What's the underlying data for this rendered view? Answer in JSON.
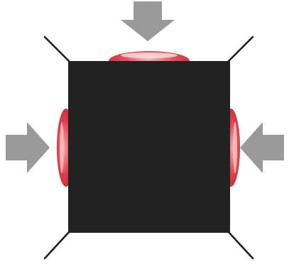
{
  "diagram": {
    "background_color": "#ffffff",
    "block": {
      "shape": "square",
      "color": "#222222"
    },
    "bulges": {
      "count": 3,
      "color": "#d4313b",
      "highlight_color": "#f6b8bd",
      "sides": [
        "top",
        "left",
        "right"
      ]
    },
    "arrows": {
      "count": 3,
      "color": "#9a9a9a",
      "directions": [
        "down",
        "right",
        "left"
      ]
    },
    "diagonal_lines": {
      "count": 4,
      "color": "#1e1e1e"
    }
  }
}
